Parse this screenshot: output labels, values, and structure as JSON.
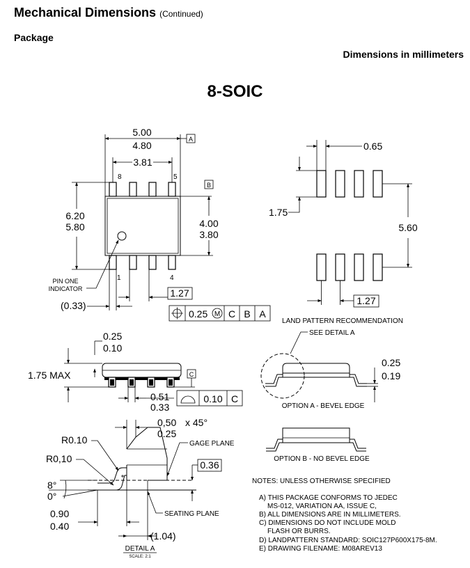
{
  "header": {
    "title": "Mechanical Dimensions",
    "title_suffix": "(Continued)",
    "subtitle": "Package",
    "units_note": "Dimensions in millimeters"
  },
  "package_name": "8-SOIC",
  "top_view": {
    "body_length_max": "5.00",
    "body_length_min": "4.80",
    "datum_a": "A",
    "pin_span": "3.81",
    "pin_8": "8",
    "pin_5": "5",
    "pin_1": "1",
    "pin_4": "4",
    "datum_b": "B",
    "overall_width_max": "6.20",
    "overall_width_min": "5.80",
    "body_width_max": "4.00",
    "body_width_min": "3.80",
    "pin_one_label_1": "PIN ONE",
    "pin_one_label_2": "INDICATOR",
    "pitch": "1.27",
    "lead_offset": "(0.33)",
    "fcf_tolerance": "0.25",
    "fcf_modifier": "M",
    "fcf_datum_1": "C",
    "fcf_datum_2": "B",
    "fcf_datum_3": "A"
  },
  "land_pattern": {
    "pad_width": "0.65",
    "pad_length": "1.75",
    "row_spacing": "5.60",
    "pitch": "1.27",
    "title": "LAND PATTERN RECOMMENDATION"
  },
  "side_view": {
    "standoff_max": "0.25",
    "standoff_min": "0.10",
    "height": "1.75 MAX",
    "datum_c": "C",
    "lead_width_max": "0.51",
    "lead_width_min": "0.33",
    "flatness_value": "0.10",
    "flatness_datum": "C"
  },
  "options": {
    "see_detail": "SEE DETAIL A",
    "lead_thickness_max": "0.25",
    "lead_thickness_min": "0.19",
    "option_a": "OPTION A - BEVEL EDGE",
    "option_b": "OPTION B - NO BEVEL EDGE"
  },
  "detail_a": {
    "chamfer_max": "0,50",
    "chamfer_min": "0.25",
    "chamfer_angle": "x 45°",
    "radius_1": "R0.10",
    "radius_2": "R0,10",
    "gage_plane": "GAGE PLANE",
    "gage_value": "0.36",
    "angle_max": "8°",
    "angle_min": "0°",
    "foot_max": "0.90",
    "foot_min": "0.40",
    "seating_plane": "SEATING PLANE",
    "foot_length": "(1.04)",
    "title": "DETAIL A",
    "scale": "SCALE: 2:1"
  },
  "notes": {
    "heading": "NOTES: UNLESS OTHERWISE SPECIFIED",
    "a1": "A)  THIS PACKAGE CONFORMS TO JEDEC",
    "a2": "MS-012, VARIATION AA, ISSUE C,",
    "b": "B)  ALL DIMENSIONS ARE IN MILLIMETERS.",
    "c1": "C)  DIMENSIONS DO NOT INCLUDE MOLD",
    "c2": "FLASH OR BURRS.",
    "d": "D)  LANDPATTERN STANDARD: SOIC127P600X175-8M.",
    "e": "E)  DRAWING FILENAME: M08AREV13"
  }
}
